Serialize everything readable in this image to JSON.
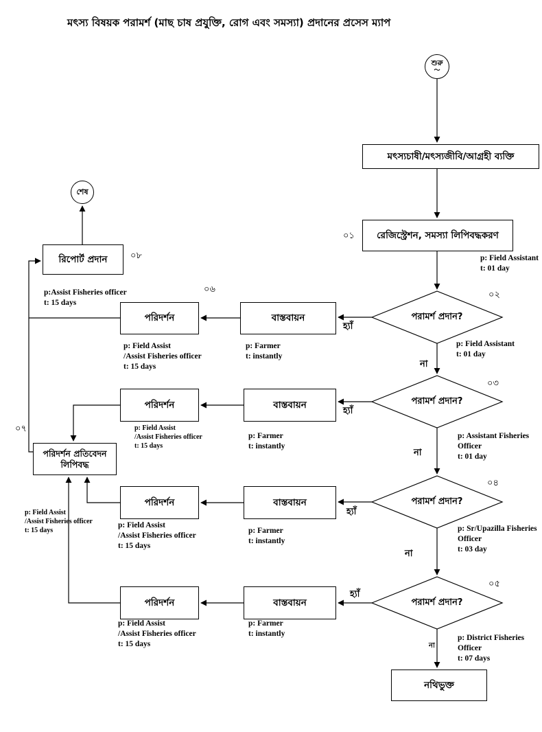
{
  "title": "মৎস্য বিষয়ক পরামর্শ (মাছ চাষ প্রযুক্তি, রোগ এবং সমস্যা) প্রদানের প্রসেস ম্যাপ",
  "colors": {
    "ink": "#000000",
    "paper": "#ffffff"
  },
  "nodes": {
    "start": "শুরু",
    "start_mark": "〜",
    "end": "শেষ",
    "actor": "মৎস্যচাষী/মৎস্যজীবি/আগ্রহী ব্যক্তি",
    "registration": "রেজিস্ট্রেশন, সমস্যা লিপিবদ্ধকরণ",
    "decision": "পরামর্শ প্রদান?",
    "implementation": "বাস্তবায়ন",
    "inspection": "পরিদর্শন",
    "inspection_report": "পরিদর্শন প্রতিবেদন লিপিবদ্ধ",
    "report": "রিপোর্ট প্রদান",
    "documented": "নথিভুক্ত"
  },
  "steps": {
    "s1": "০১",
    "s2": "০২",
    "s3": "০৩",
    "s4": "০৪",
    "s5": "০৫",
    "s6": "০৬",
    "s7": "০৭",
    "s8": "০৮"
  },
  "branch": {
    "yes": "হ্যাঁ",
    "no": "না"
  },
  "annotations": {
    "field_assistant": "p: Field Assistant\nt: 01 day",
    "assistant_fisheries": "p: Assistant Fisheries\nOfficer\nt: 01 day",
    "sr_upazilla": "p: Sr/Upazilla Fisheries\nOfficer\nt: 03 day",
    "district": "p: District Fisheries\nOfficer\nt: 07 days",
    "farmer": "p: Farmer\nt: instantly",
    "field_assist": "p: Field Assist\n/Assist Fisheries officer\nt: 15 days",
    "assist_report": "p:Assist Fisheries officer\nt: 15 days"
  }
}
